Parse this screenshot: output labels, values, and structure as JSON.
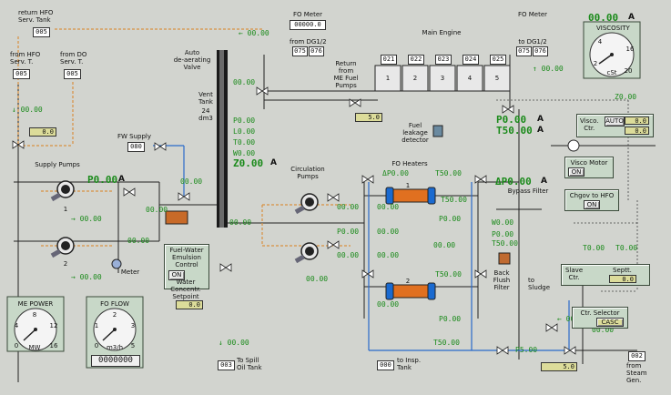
{
  "top": {
    "return_hfo": "return HFO\nServ. Tank",
    "return_hfo_id": "005",
    "fo_meter_left": "FO Meter",
    "fo_meter_left_value": "00000.0",
    "from_dg": "from DG1/2",
    "from_dg_ids": [
      "075",
      "076"
    ],
    "flow_top": "← 00.00",
    "main_engine": "Main Engine",
    "engine_ids": [
      "021",
      "022",
      "023",
      "024",
      "025"
    ],
    "engine_cyls": [
      "1",
      "2",
      "3",
      "4",
      "5"
    ],
    "fo_meter_right": "FO Meter",
    "to_dg": "to DG1/2",
    "to_dg_ids": [
      "075",
      "076"
    ],
    "flow_right": "↑ 00.00",
    "viscosity_value": "00.00",
    "viscosity_unit": "A",
    "viscosity_title": "VISCOSITY",
    "viscosity_unit2": "cSt",
    "viscosity_scale": [
      "2",
      "4",
      "16",
      "20"
    ]
  },
  "left": {
    "from_hfo": "from HFO\nServ. T.",
    "from_hfo_id": "005",
    "from_do": "from DO\nServ. T.",
    "from_do_id": "005",
    "flow_hfo": "↓ 00.00",
    "setpoint": "0.0",
    "supply_pumps": "Supply Pumps",
    "supply_p": "P0.00",
    "supply_p_unit": "A",
    "pump_flows": [
      "→ 00.00",
      "→ 00.00"
    ],
    "pump_nums": [
      "1",
      "2"
    ],
    "fw_supply": "FW Supply",
    "fw_id": "080",
    "meter": "Meter",
    "fw_flows": [
      "00.00",
      "00.00",
      "00.00"
    ]
  },
  "center": {
    "auto_valve": "Auto\nde-aerating\nValve",
    "vent_tank": "Vent\nTank",
    "vent_size": "24\ndm3",
    "vent_flow": "00.00",
    "vent_readings": [
      "P0.00",
      "L0.00",
      "T0.00",
      "W0.00"
    ],
    "vent_z": "Z0.00",
    "vent_z_unit": "A",
    "circ_flow": "00.00",
    "emulsion_title": "Fuel-Water\nEmulsion\nControl",
    "emulsion_on": "ON",
    "water_setpoint_title": "Water\nConcentr.\nSetpoint",
    "water_setpoint": "0.0",
    "spill_flow": "↓ 00.00",
    "spill_id": "003",
    "to_spill": "To Spill\nOil Tank"
  },
  "circulation": {
    "title": "Circulation\nPumps",
    "flows": [
      "00.00",
      "00.00",
      "00.00"
    ],
    "p_readings": [
      "P0.00"
    ]
  },
  "engine": {
    "return_from_me": "Return\nfrom\nME Fuel\nPumps",
    "setpoint": "5.0",
    "fuel_leakage": "Fuel\nleakage\ndetector",
    "p_read": "P0.00",
    "p_unit": "A",
    "t_read": "T50.00",
    "t_unit": "A"
  },
  "heaters": {
    "title": "FO Heaters",
    "dp_top": "ΔP0.00",
    "t_top": "T50.00",
    "t_top2": "T50.00",
    "heater_ids": [
      "1",
      "2"
    ],
    "p_mid": "P0.00",
    "flows_left": [
      "00.00",
      "00.00",
      "00.00",
      "00.00",
      "00.00"
    ],
    "t_bottom_mid": "T50.00",
    "p_bottom": "P0.00",
    "t_bottom": "T50.00",
    "insp_id": "000",
    "to_insp": "to Insp.\nTank",
    "bypass_dp": "ΔP0.00",
    "bypass_unit": "A",
    "bypass_filter": "Bypass Filter",
    "bypass_w": "W0.00",
    "bypass_p": "P0.00",
    "bypass_t": "T50.00",
    "backflush": "Back\nFlush\nFilter",
    "to_sludge": "to\nSludge",
    "p5": "P5.00",
    "flow_bottom": "← 00.00",
    "flow_right_bottom": "00.00",
    "setpoint_bottom": "5.0"
  },
  "controls": {
    "visco_ctr": "Visco.\nCtr.",
    "visco_auto": "AUTO",
    "visco_setp": "0.0",
    "visco_setp2": "0.0",
    "visco_motor": "Visco Motor",
    "visco_motor_on": "ON",
    "chgov": "Chgov to HFO",
    "chgov_on": "ON",
    "z_flow": "Z0.00",
    "t_left": "T0.00",
    "t_right": "T0.00",
    "slave_ctr": "Slave\nCtr.",
    "septt": "Septt.",
    "septt_val": "0.0",
    "ctr_selector": "Ctr. Selector",
    "ctr_selector_val": "CASC",
    "from_steam_id": "002",
    "from_steam": "from\nSteam\nGen."
  },
  "gauges": {
    "me_power": "ME POWER",
    "me_unit": "MW",
    "me_scale": [
      "4",
      "8",
      "12",
      "0",
      "16"
    ],
    "fo_flow": "FO FLOW",
    "fo_unit": "m3/h",
    "fo_scale": [
      "1",
      "2",
      "3",
      "0",
      "5"
    ],
    "fo_counter": "0000000"
  }
}
